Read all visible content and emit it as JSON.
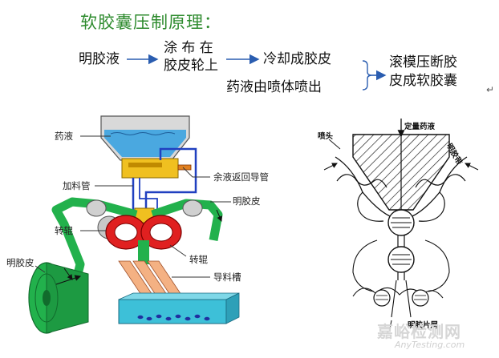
{
  "title": "软胶囊压制原理：",
  "flow": {
    "step1": "明胶液",
    "step2_line1": "涂 布 在",
    "step2_line2": "胶皮轮上",
    "step3": "冷却成胶皮",
    "step4": "药液由喷体喷出",
    "result_line1": "滚模压断胶",
    "result_line2": "皮成软胶囊"
  },
  "left_diagram": {
    "labels": {
      "drug_liquid": "药液",
      "feed_pipe": "加料管",
      "return_pipe": "余液返回导管",
      "gelatin_sheet_right": "明胶皮",
      "roller_left": "转辊",
      "roller_right": "转辊",
      "gelatin_sheet_left": "明胶皮",
      "guide_trough": "导料槽"
    }
  },
  "right_diagram": {
    "labels": {
      "metered_liquid": "定量药液",
      "nozzle": "喷头",
      "gelatin_band": "明胶带",
      "gelatin_scraps": "明胶片屑"
    }
  },
  "watermark": {
    "cn": "嘉峪检测网",
    "en": "AnyTesting.com"
  },
  "colors": {
    "title": "#2e8b2e",
    "belt_green": "#22b14c",
    "roller_red": "#e02020",
    "tank_blue": "#4aa8e0",
    "pipe_blue": "#2040c0",
    "pump_yellow": "#f0c020"
  }
}
